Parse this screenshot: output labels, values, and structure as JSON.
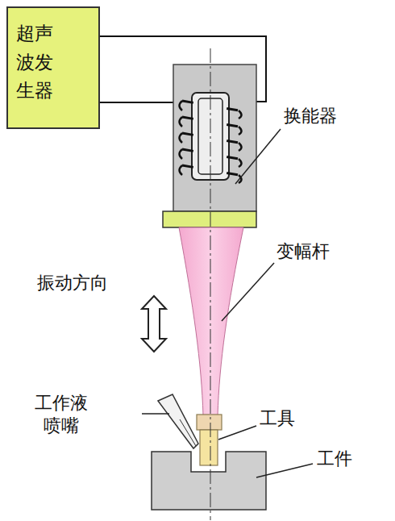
{
  "diagram": {
    "nodes": [
      {
        "text": [
          "超声波发生器"
        ]
      }
    ],
    "labels": [
      "换能器",
      "变幅杆",
      "振动方向",
      "工作液喷嘴",
      "工具",
      "工件"
    ]
  }
}
